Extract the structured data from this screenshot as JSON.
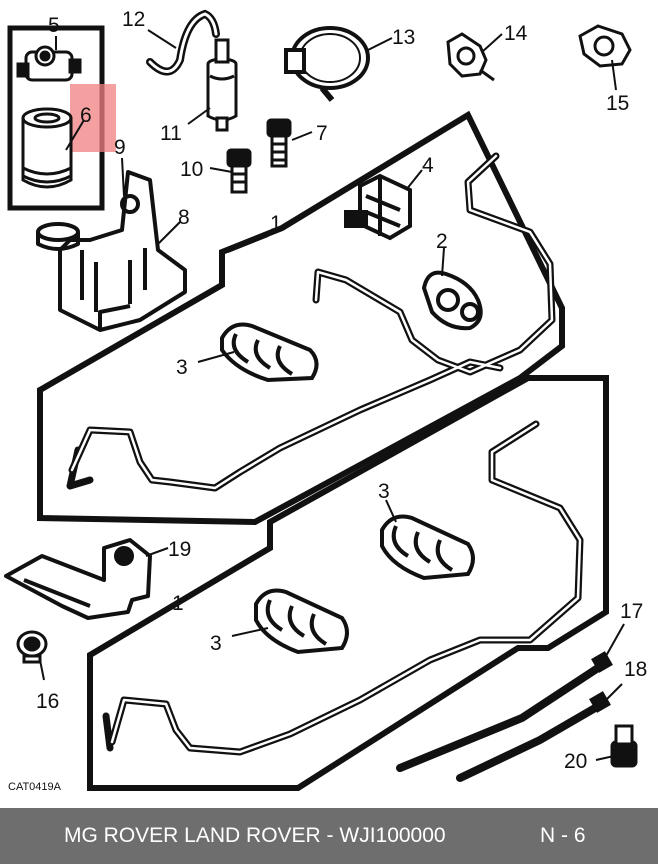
{
  "diagram": {
    "callouts": [
      {
        "key": "5",
        "text": "5"
      },
      {
        "key": "6",
        "text": "6"
      },
      {
        "key": "9",
        "text": "9"
      },
      {
        "key": "8",
        "text": "8"
      },
      {
        "key": "12",
        "text": "12"
      },
      {
        "key": "11",
        "text": "11"
      },
      {
        "key": "13",
        "text": "13"
      },
      {
        "key": "14",
        "text": "14"
      },
      {
        "key": "15",
        "text": "15"
      },
      {
        "key": "7",
        "text": "7"
      },
      {
        "key": "10",
        "text": "10"
      },
      {
        "key": "4",
        "text": "4"
      },
      {
        "key": "1a",
        "text": "1"
      },
      {
        "key": "2",
        "text": "2"
      },
      {
        "key": "3a",
        "text": "3"
      },
      {
        "key": "3b",
        "text": "3"
      },
      {
        "key": "19",
        "text": "19"
      },
      {
        "key": "1b",
        "text": "1"
      },
      {
        "key": "3c",
        "text": "3"
      },
      {
        "key": "16",
        "text": "16"
      },
      {
        "key": "17",
        "text": "17"
      },
      {
        "key": "18",
        "text": "18"
      },
      {
        "key": "20",
        "text": "20"
      }
    ],
    "catalog_code": "CAT0419A",
    "highlight_color": "#f08080"
  },
  "footer": {
    "title": "MG ROVER LAND ROVER - WJI100000",
    "page": "N - 6"
  }
}
